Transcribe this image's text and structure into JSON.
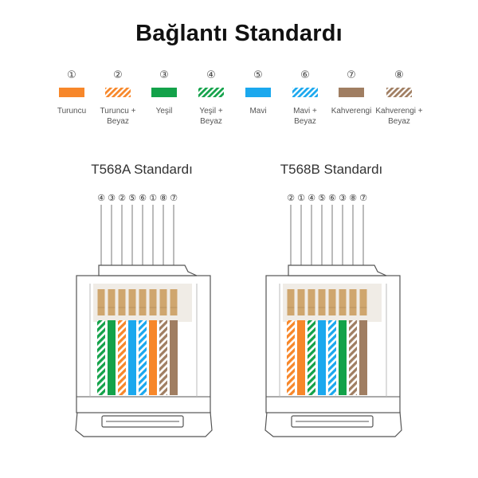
{
  "title": "Bağlantı Standardı",
  "colors": {
    "orange": "#F7872A",
    "green": "#13A24A",
    "blue": "#1BA8EE",
    "brown": "#A07E62",
    "copper": "#CFA66E",
    "outline": "#555555",
    "wire": "#777777"
  },
  "legend": [
    {
      "num": "①",
      "label": "Turuncu",
      "label2": "",
      "color": "orange",
      "striped": false
    },
    {
      "num": "②",
      "label": "Turuncu +",
      "label2": "Beyaz",
      "color": "orange",
      "striped": true
    },
    {
      "num": "③",
      "label": "Yeşil",
      "label2": "",
      "color": "green",
      "striped": false
    },
    {
      "num": "④",
      "label": "Yeşil +",
      "label2": "Beyaz",
      "color": "green",
      "striped": true
    },
    {
      "num": "⑤",
      "label": "Mavi",
      "label2": "",
      "color": "blue",
      "striped": false
    },
    {
      "num": "⑥",
      "label": "Mavi +",
      "label2": "Beyaz",
      "color": "blue",
      "striped": true
    },
    {
      "num": "⑦",
      "label": "Kahverengi",
      "label2": "",
      "color": "brown",
      "striped": false
    },
    {
      "num": "⑧",
      "label": "Kahverengi +",
      "label2": "Beyaz",
      "color": "brown",
      "striped": true
    }
  ],
  "connectors": [
    {
      "title": "T568A Standardı",
      "pins": [
        "④",
        "③",
        "②",
        "⑤",
        "⑥",
        "①",
        "⑧",
        "⑦"
      ],
      "wires": [
        {
          "color": "green",
          "striped": true
        },
        {
          "color": "green",
          "striped": false
        },
        {
          "color": "orange",
          "striped": true
        },
        {
          "color": "blue",
          "striped": false
        },
        {
          "color": "blue",
          "striped": true
        },
        {
          "color": "orange",
          "striped": false
        },
        {
          "color": "brown",
          "striped": true
        },
        {
          "color": "brown",
          "striped": false
        }
      ]
    },
    {
      "title": "T568B Standardı",
      "pins": [
        "②",
        "①",
        "④",
        "⑤",
        "⑥",
        "③",
        "⑧",
        "⑦"
      ],
      "wires": [
        {
          "color": "orange",
          "striped": true
        },
        {
          "color": "orange",
          "striped": false
        },
        {
          "color": "green",
          "striped": true
        },
        {
          "color": "blue",
          "striped": false
        },
        {
          "color": "blue",
          "striped": true
        },
        {
          "color": "green",
          "striped": false
        },
        {
          "color": "brown",
          "striped": true
        },
        {
          "color": "brown",
          "striped": false
        }
      ]
    }
  ]
}
